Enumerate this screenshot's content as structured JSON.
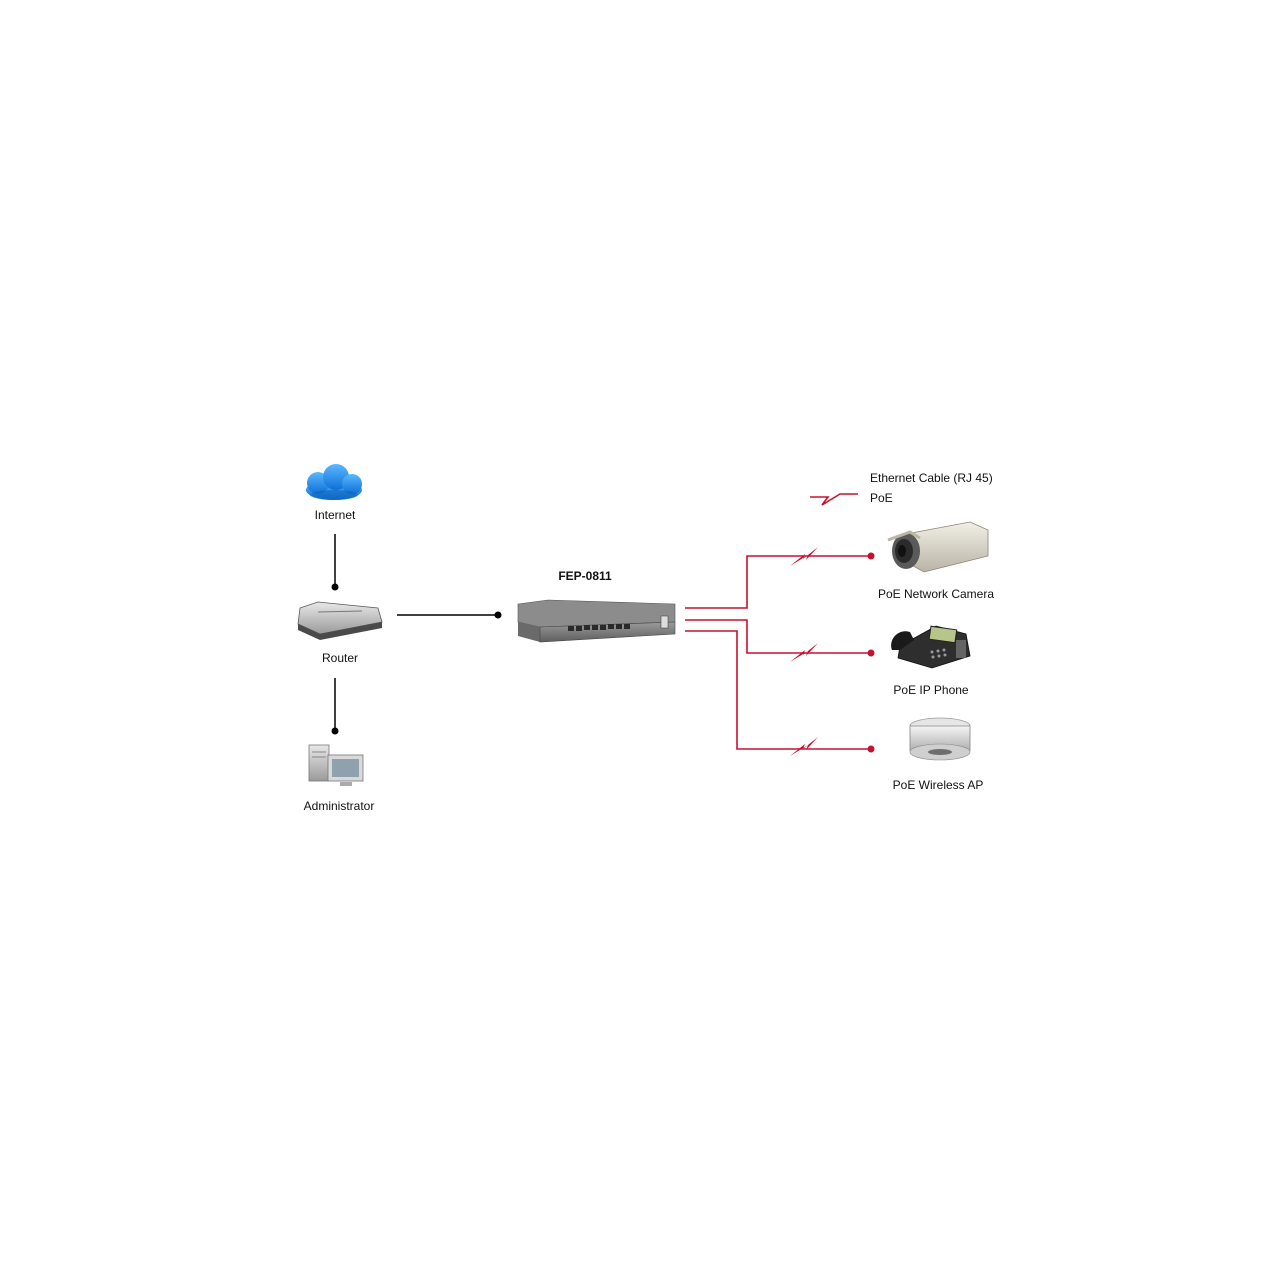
{
  "nodes": {
    "internet": "Internet",
    "router": "Router",
    "administrator": "Administrator",
    "switch": "FEP-0811",
    "camera": "PoE Network Camera",
    "phone": "PoE IP Phone",
    "wireless_ap": "PoE Wireless AP"
  },
  "legend": {
    "ethernet": "Ethernet Cable (RJ 45)",
    "poe": "PoE"
  },
  "colors": {
    "ethernet": "#000000",
    "poe": "#c8102e",
    "cloud": "#1e88e5"
  }
}
